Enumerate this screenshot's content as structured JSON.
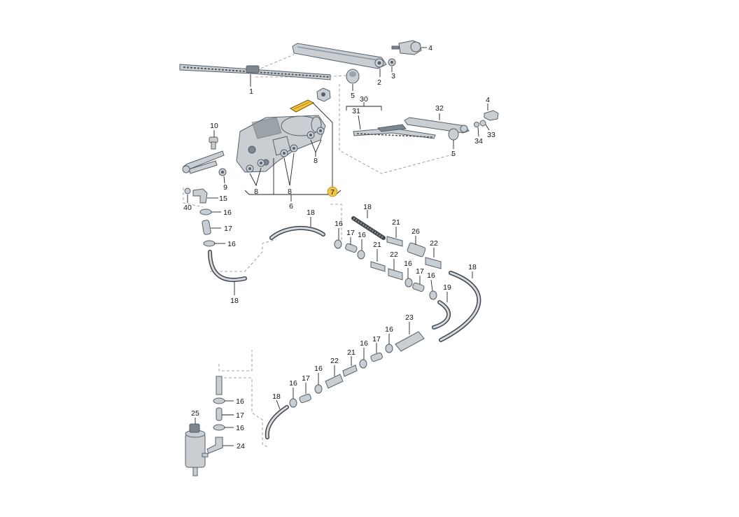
{
  "colors": {
    "highlight": "#f4c542",
    "line": "#222222",
    "part_fill": "#c9ced3",
    "part_shade": "#7d858d"
  },
  "callouts": {
    "c1": "1",
    "c2": "2",
    "c3": "3",
    "c4a": "4",
    "c5a": "5",
    "c30": "30",
    "c31": "31",
    "c32": "32",
    "c4b": "4",
    "c33": "33",
    "c34": "34",
    "c5b": "5",
    "c10": "10",
    "c9": "9",
    "c8a": "8",
    "c8b": "8",
    "c8c": "8",
    "c7": "7",
    "c6": "6",
    "c40": "40",
    "c15": "15",
    "c16a": "16",
    "c17a": "17",
    "c16b": "16",
    "c18a": "18",
    "c18b": "18",
    "c16c": "16",
    "c17b": "17",
    "c16d": "16",
    "c18c": "18",
    "c21a": "21",
    "c26": "26",
    "c22a": "22",
    "c21b": "21",
    "c22b": "22",
    "c16e": "16",
    "c17c": "17",
    "c16f": "16",
    "c19": "19",
    "c18d": "18",
    "c23": "23",
    "c16g": "16",
    "c17d": "17",
    "c16h": "16",
    "c21c": "21",
    "c22c": "22",
    "c16i": "16",
    "c17e": "17",
    "c16j": "16",
    "c18e": "18",
    "c16k": "16",
    "c17f": "17",
    "c16l": "16",
    "c25": "25",
    "c24": "24"
  }
}
